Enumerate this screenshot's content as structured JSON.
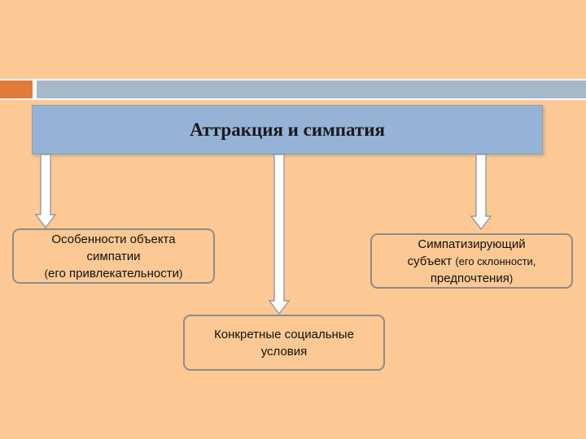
{
  "header": {
    "title": "Аттракция и симпатия"
  },
  "nodes": {
    "left": {
      "line1": "Особенности объекта",
      "line2": "симпатии",
      "line3_open": "(",
      "line3_main": "его привлекательности",
      "line3_close": ")"
    },
    "right": {
      "line1": "Симпатизирующий",
      "line2_main": "субъект ",
      "line2_small": "(его склонности,",
      "line3_main": "предпочтения",
      "line3_small": ")"
    },
    "center": {
      "line1": "Конкретные социальные",
      "line2": "условия"
    }
  },
  "colors": {
    "background": "#FCC894",
    "accent": "#E07B39",
    "title_fill": "#95B3D7",
    "band_blue": "#A6B8C9"
  }
}
